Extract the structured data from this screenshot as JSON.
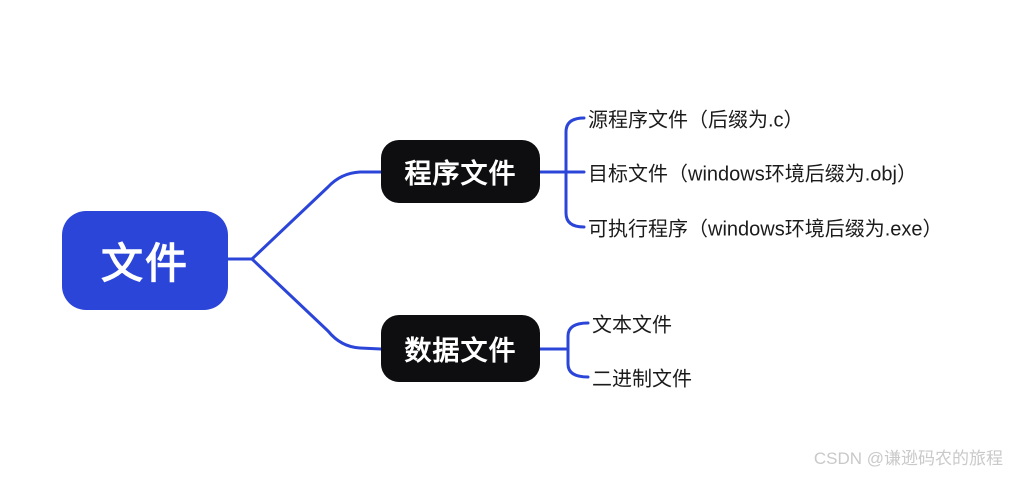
{
  "mindmap": {
    "root": {
      "label": "文件"
    },
    "branches": [
      {
        "label": "程序文件",
        "children": [
          "源程序文件（后缀为.c）",
          "目标文件（windows环境后缀为.obj）",
          "可执行程序（windows环境后缀为.exe）"
        ]
      },
      {
        "label": "数据文件",
        "children": [
          "文本文件",
          "二进制文件"
        ]
      }
    ]
  },
  "watermark": {
    "text": "CSDN @谦逊码农的旅程"
  },
  "colors": {
    "accent_blue": "#2b45d9",
    "node_black": "#0e0e10",
    "root_text": "#ffffff",
    "leaf_text": "#1b1b1b",
    "watermark_gray": "#c9c9c9",
    "canvas_bg": "#ffffff"
  }
}
